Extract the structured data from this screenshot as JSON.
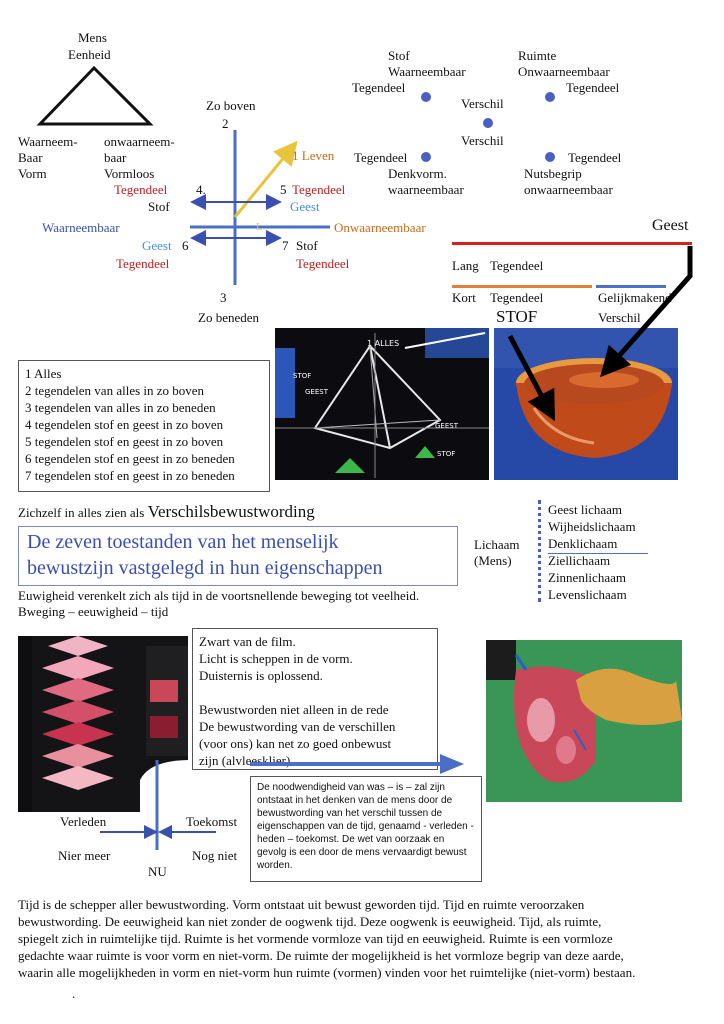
{
  "triangle": {
    "top1": "Mens",
    "top2": "Eenheid",
    "left": [
      "Waarneem-",
      "Baar",
      "Vorm"
    ],
    "right": [
      "onwaarneem-",
      "baar",
      "Vormloos"
    ]
  },
  "cross": {
    "zo_boven": "Zo boven",
    "n2": "2",
    "n3": "3",
    "zo_beneden": "Zo beneden",
    "leven": "1 Leven",
    "n4": "4.",
    "tegendeel4": "Tegendeel",
    "stof4": "Stof",
    "n5": "5",
    "tegendeel5": "Tegendeel",
    "geest5": "Geest",
    "waarneembaar": "Waarneembaar",
    "onwaarneembaar": "Onwaarneembaar",
    "geest6": "Geest",
    "n6": "6",
    "tegendeel6": "Tegendeel",
    "n7": "7",
    "stof7": "Stof",
    "tegendeel7": "Tegendeel",
    "l": "L"
  },
  "dots": {
    "stof": "Stof",
    "waarneembaar": "Waarneembaar",
    "tegendeel_a": "Tegendeel",
    "ruimte": "Ruimte",
    "onwaarneembaar": "Onwaarneembaar",
    "tegendeel_b": "Tegendeel",
    "verschil1": "Verschil",
    "verschil2": "Verschil",
    "tegendeel_c": "Tegendeel",
    "denkvorm": "Denkvorm.",
    "waarneembaar2": "waarneembaar",
    "tegendeel_d": "Tegendeel",
    "nutsbegrip": "Nutsbegrip",
    "onwaarneembaar2": "onwaarneembaar"
  },
  "lines": {
    "geest": "Geest",
    "lang": "Lang",
    "tegendeel1": "Tegendeel",
    "kort": "Kort",
    "tegendeel2": "Tegendeel",
    "gelijkmakend": "Gelijkmakend",
    "verschil": "Verschil",
    "stof": "STOF"
  },
  "legend": [
    "1 Alles",
    "2 tegendelen van alles in zo boven",
    "3 tegendelen van alles in zo beneden",
    "4 tegendelen stof en geest in zo boven",
    "5 tegendelen stof en geest in zo boven",
    "6 tegendelen stof en geest in zo beneden",
    "7 tegendelen stof en geest in zo beneden"
  ],
  "pyramid": {
    "alles": "1 ALLES",
    "geest2": "GEEST",
    "stof": "STOF",
    "geest": "GEEST",
    "stof2": "STOF"
  },
  "heading": {
    "prefix": "Zichzelf in alles zien als ",
    "big": "Verschilsbewustwording"
  },
  "blue_title": [
    "De zeven toestanden van het menselijk",
    "bewustzijn vastgelegd in hun eigenschappen"
  ],
  "eternity": [
    "Euwigheid verenkelt zich als tijd in de voortsnellende beweging tot veelheid.",
    "Bweging – eeuwigheid – tijd"
  ],
  "lichaam": {
    "label1": "Lichaam",
    "label2": "(Mens)",
    "items": [
      "Geest lichaam",
      "Wijheidslichaam",
      "Denklichaam",
      "Ziellichaam",
      "Zinnenlichaam",
      "Levenslichaam"
    ]
  },
  "film_box": [
    "Zwart van de film.",
    "Licht is scheppen in de vorm.",
    "Duisternis is oplossend.",
    "",
    "Bewustworden niet alleen in de rede",
    "De bewustwording van de verschillen",
    "(voor ons) kan net zo goed onbewust",
    "zijn (alvleesklier)"
  ],
  "small_box": "De noodwendigheid van was – is – zal zijn ontstaat in het denken van de mens door de bewustwording van het verschil tussen de eigenschappen van de tijd, genaamd - verleden - heden – toekomst. De wet van oorzaak en gevolg is een door de mens vervaardigt bewust worden.",
  "timeline": {
    "verleden": "Verleden",
    "toekomst": "Toekomst",
    "nier_meer": "Nier meer",
    "nog_niet": "Nog niet",
    "nu": "NU"
  },
  "final_text": [
    "Tijd is de schepper aller bewustwording. Vorm ontstaat uit bewust geworden tijd. Tijd en ruimte veroorzaken",
    "bewustwording. De eeuwigheid kan niet zonder de oogwenk tijd. Deze oogwenk is eeuwigheid. Tijd, als ruimte,",
    "spiegelt zich in ruimtelijke tijd. Ruimte is het vormende vormloze van tijd en eeuwigheid. Ruimte is een vormloze",
    "gedachte waar ruimte is voor vorm en niet-vorm. De ruimte der mogelijkheid is het vormloze begrip van deze aarde,",
    "waarin alle mogelijkheden in vorm en niet-vorm hun ruimte (vormen) vinden voor het ruimtelijke (niet-vorm) bestaan."
  ],
  "footer_dot": ".",
  "colors": {
    "red": "#c0201e",
    "blue": "#3a4fb0",
    "orange": "#c86a1a",
    "light_blue": "#4a8ed8",
    "yellow": "#e8c43a"
  }
}
